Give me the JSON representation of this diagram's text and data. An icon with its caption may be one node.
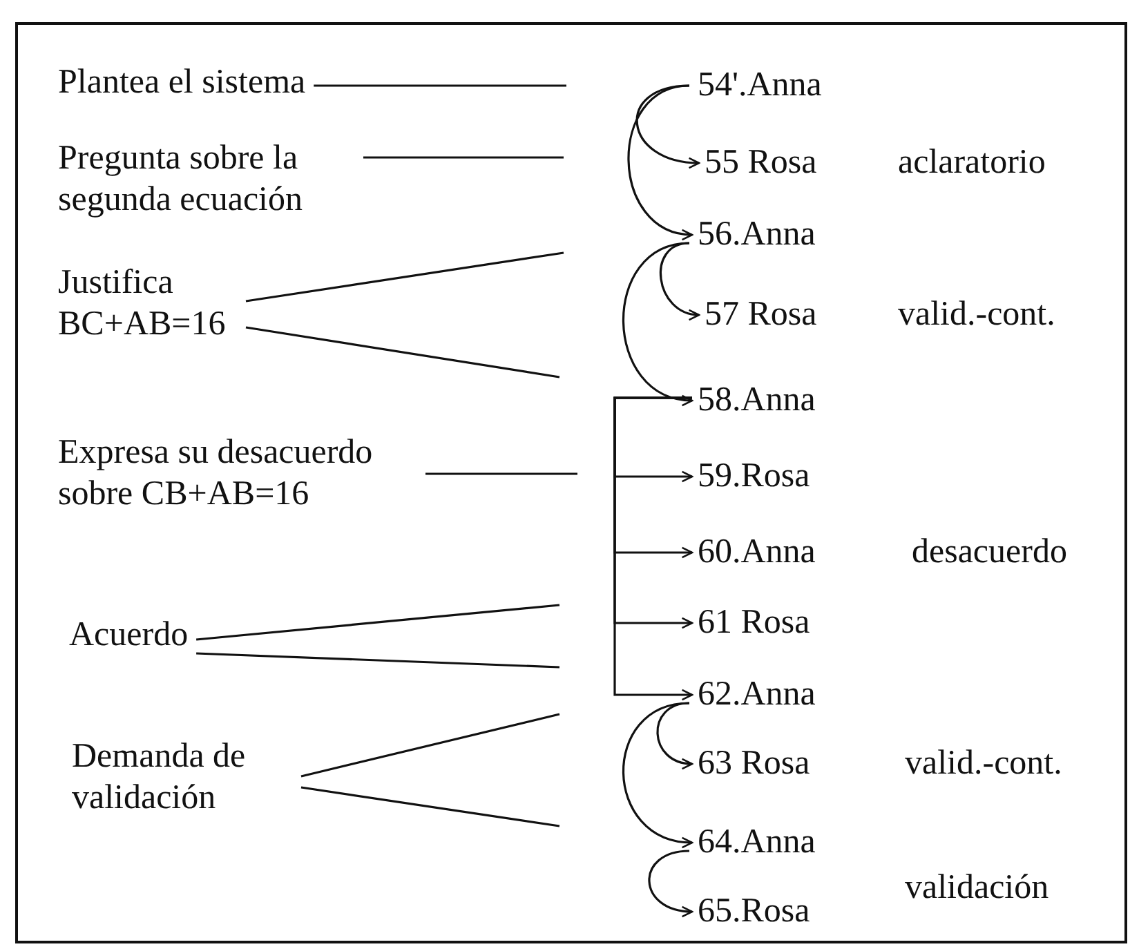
{
  "diagram": {
    "nodes": [
      {
        "text": [
          "Plantea el sistema"
        ]
      },
      {
        "text": [
          "Pregunta sobre la segunda ecuación"
        ]
      },
      {
        "text": [
          "Justifica BC+AB=16"
        ]
      },
      {
        "text": [
          "Expresa su desacuerdo sobre CB+AB=16"
        ]
      },
      {
        "text": [
          "Acuerdo"
        ]
      },
      {
        "text": [
          "Demanda de validación"
        ]
      },
      {
        "text": [
          "54'.Anna"
        ]
      },
      {
        "text": [
          "55 Rosa"
        ]
      },
      {
        "text": [
          "56.Anna"
        ]
      },
      {
        "text": [
          "57 Rosa"
        ]
      },
      {
        "text": [
          "58.Anna"
        ]
      },
      {
        "text": [
          "59.Rosa"
        ]
      },
      {
        "text": [
          "60.Anna"
        ]
      },
      {
        "text": [
          "61 Rosa"
        ]
      },
      {
        "text": [
          "62.Anna"
        ]
      },
      {
        "text": [
          "63 Rosa"
        ]
      },
      {
        "text": [
          "64.Anna"
        ]
      },
      {
        "text": [
          "65.Rosa"
        ]
      }
    ],
    "edges": [
      {
        "from": 0,
        "to": null,
        "arrow": "none"
      },
      {
        "from": 1,
        "to": null,
        "arrow": "none"
      },
      {
        "from": 2,
        "to": null,
        "arrow": "none"
      },
      {
        "from": 2,
        "to": null,
        "arrow": "none"
      },
      {
        "from": 3,
        "to": null,
        "arrow": "none"
      },
      {
        "from": 4,
        "to": null,
        "arrow": "none"
      },
      {
        "from": 4,
        "to": null,
        "arrow": "none"
      },
      {
        "from": 5,
        "to": null,
        "arrow": "none"
      },
      {
        "from": 5,
        "to": null,
        "arrow": "none"
      },
      {
        "from": 6,
        "to": 7,
        "arrow": "to"
      },
      {
        "from": 6,
        "to": 8,
        "arrow": "to"
      },
      {
        "from": 8,
        "to": 9,
        "arrow": "to"
      },
      {
        "from": 8,
        "to": 10,
        "arrow": "to"
      },
      {
        "from": 10,
        "to": 11,
        "arrow": "to"
      },
      {
        "from": 10,
        "to": 12,
        "arrow": "to"
      },
      {
        "from": 10,
        "to": 13,
        "arrow": "to"
      },
      {
        "from": 10,
        "to": 14,
        "arrow": "to"
      },
      {
        "from": 14,
        "to": 15,
        "arrow": "to"
      },
      {
        "from": 14,
        "to": 16,
        "arrow": "to"
      },
      {
        "from": 16,
        "to": 17,
        "arrow": "to"
      }
    ],
    "labels": [
      "aclaratorio",
      "valid.-cont.",
      "desacuerdo",
      "valid.-cont.",
      "validación"
    ]
  }
}
